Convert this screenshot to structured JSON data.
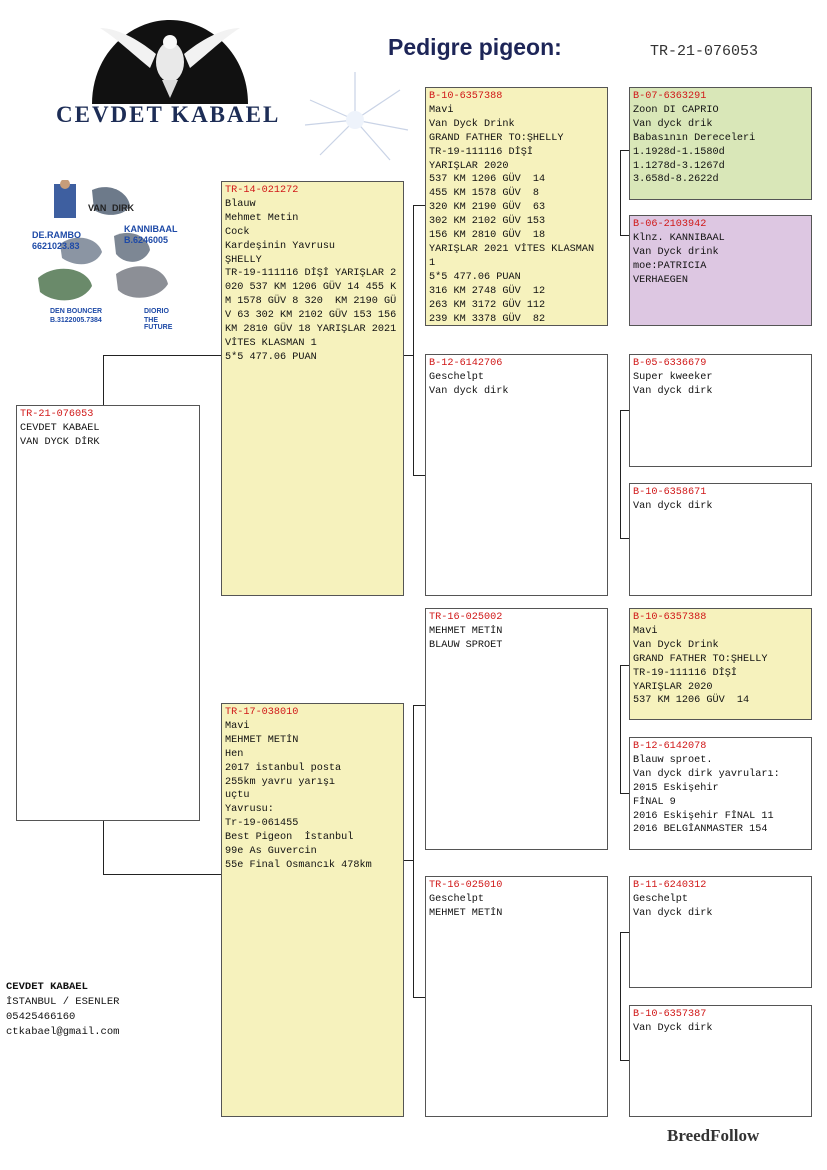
{
  "header": {
    "brand": "CEVDET KABAEL",
    "title": "Pedigre pigeon:",
    "ring": "TR-21-076053"
  },
  "collage": {
    "label_dr": "DE.RAMBO",
    "label_dr_num": "6621023.83",
    "label_van": "VAN",
    "label_dirk": "DIRK",
    "label_kann": "KANNIBAAL",
    "label_kann_num": "B.6246005",
    "label_den": "DEN BOUNCER",
    "label_den_num": "B.3122005.7384",
    "label_future": "DIORIO",
    "label_future2": "THE FUTURE"
  },
  "subject": {
    "ring": "TR-21-076053",
    "lines": [
      "CEVDET KABAEL",
      "VAN DYCK DİRK"
    ]
  },
  "sire": {
    "ring": "TR-14-021272",
    "lines": [
      "Blauw",
      "Mehmet Metin",
      "Cock",
      "Kardeşinin Yavrusu",
      "ŞHELLY",
      "TR-19-111116 DİŞİ YARIŞLAR 2020 537 KM 1206 GÜV 14 455 KM 1578 GÜV 8 320  KM 2190 GÜV 63 302 KM 2102 GÜV 153 156 KM 2810 GÜV 18 YARIŞLAR 2021 VİTES KLASMAN 1",
      "5*5 477.06 PUAN"
    ]
  },
  "dam": {
    "ring": "TR-17-038010",
    "lines": [
      "Mavi",
      "MEHMET METİN",
      "Hen",
      "2017 istanbul posta",
      "255km yavru yarışı",
      "uçtu",
      "Yavrusu:",
      "Tr-19-061455",
      "Best Pigeon  İstanbul",
      "99e As Guvercin",
      "55e Final Osmancık 478km"
    ]
  },
  "ss": {
    "ring": "B-10-6357388",
    "lines": [
      "Mavi",
      "Van Dyck Drink",
      "GRAND FATHER TO:ŞHELLY",
      "TR-19-111116 DİŞİ",
      "YARIŞLAR 2020",
      "537 KM 1206 GÜV  14",
      "455 KM 1578 GÜV  8",
      "320 KM 2190 GÜV  63",
      "302 KM 2102 GÜV 153",
      "156 KM 2810 GÜV  18",
      "YARIŞLAR 2021 VİTES KLASMAN 1",
      "5*5 477.06 PUAN",
      "316 KM 2748 GÜV  12",
      "263 KM 3172 GÜV 112",
      "239 KM 3378 GÜV  82"
    ]
  },
  "sd": {
    "ring": "B-12-6142706",
    "lines": [
      "Geschelpt",
      "Van dyck dirk"
    ]
  },
  "ds": {
    "ring": "TR-16-025002",
    "lines": [
      "MEHMET METİN",
      "BLAUW SPROET"
    ]
  },
  "dd": {
    "ring": "TR-16-025010",
    "lines": [
      "Geschelpt",
      "MEHMET METİN"
    ]
  },
  "sss": {
    "ring": "B-07-6363291",
    "lines": [
      "Zoon DI CAPRIO",
      "Van dyck drik",
      "Babasının Dereceleri",
      "1.1928d-1.1580d",
      "1.1278d-3.1267d",
      "3.658d-8.2622d"
    ]
  },
  "ssd": {
    "ring": "B-06-2103942",
    "lines": [
      "Klnz. KANNIBAAL",
      "Van Dyck drink",
      "moe:PATRICIA",
      "VERHAEGEN"
    ]
  },
  "sds": {
    "ring": "B-05-6336679",
    "lines": [
      "Super kweeker",
      "Van dyck dirk"
    ]
  },
  "sdd": {
    "ring": "B-10-6358671",
    "lines": [
      "Van dyck dirk"
    ]
  },
  "dss": {
    "ring": "B-10-6357388",
    "lines": [
      "Mavi",
      "Van Dyck Drink",
      "GRAND FATHER TO:ŞHELLY",
      "TR-19-111116 DİŞİ",
      "YARIŞLAR 2020",
      "537 KM 1206 GÜV  14"
    ]
  },
  "dsd": {
    "ring": "B-12-6142078",
    "lines": [
      "Blauw sproet.",
      "Van dyck dirk yavruları:",
      "2015 Eskişehir",
      "FİNAL 9",
      "2016 Eskişehir FİNAL 11",
      "2016 BELGİANMASTER 154"
    ]
  },
  "dds": {
    "ring": "B-11-6240312",
    "lines": [
      "Geschelpt",
      "Van dyck dirk"
    ]
  },
  "ddd": {
    "ring": "B-10-6357387",
    "lines": [
      "Van Dyck dirk"
    ]
  },
  "contact": {
    "name": "CEVDET KABAEL",
    "city": "İSTANBUL / ESENLER",
    "phone": "05425466160",
    "email": "ctkabael@gmail.com"
  },
  "footer": {
    "brand": "BreedFollow"
  },
  "colors": {
    "ring_red": "#d01818",
    "box_yellow": "#f6f2bd",
    "box_green": "#d9e7b8",
    "box_purple": "#ddc7e2",
    "brand_blue": "#1d2d56"
  }
}
